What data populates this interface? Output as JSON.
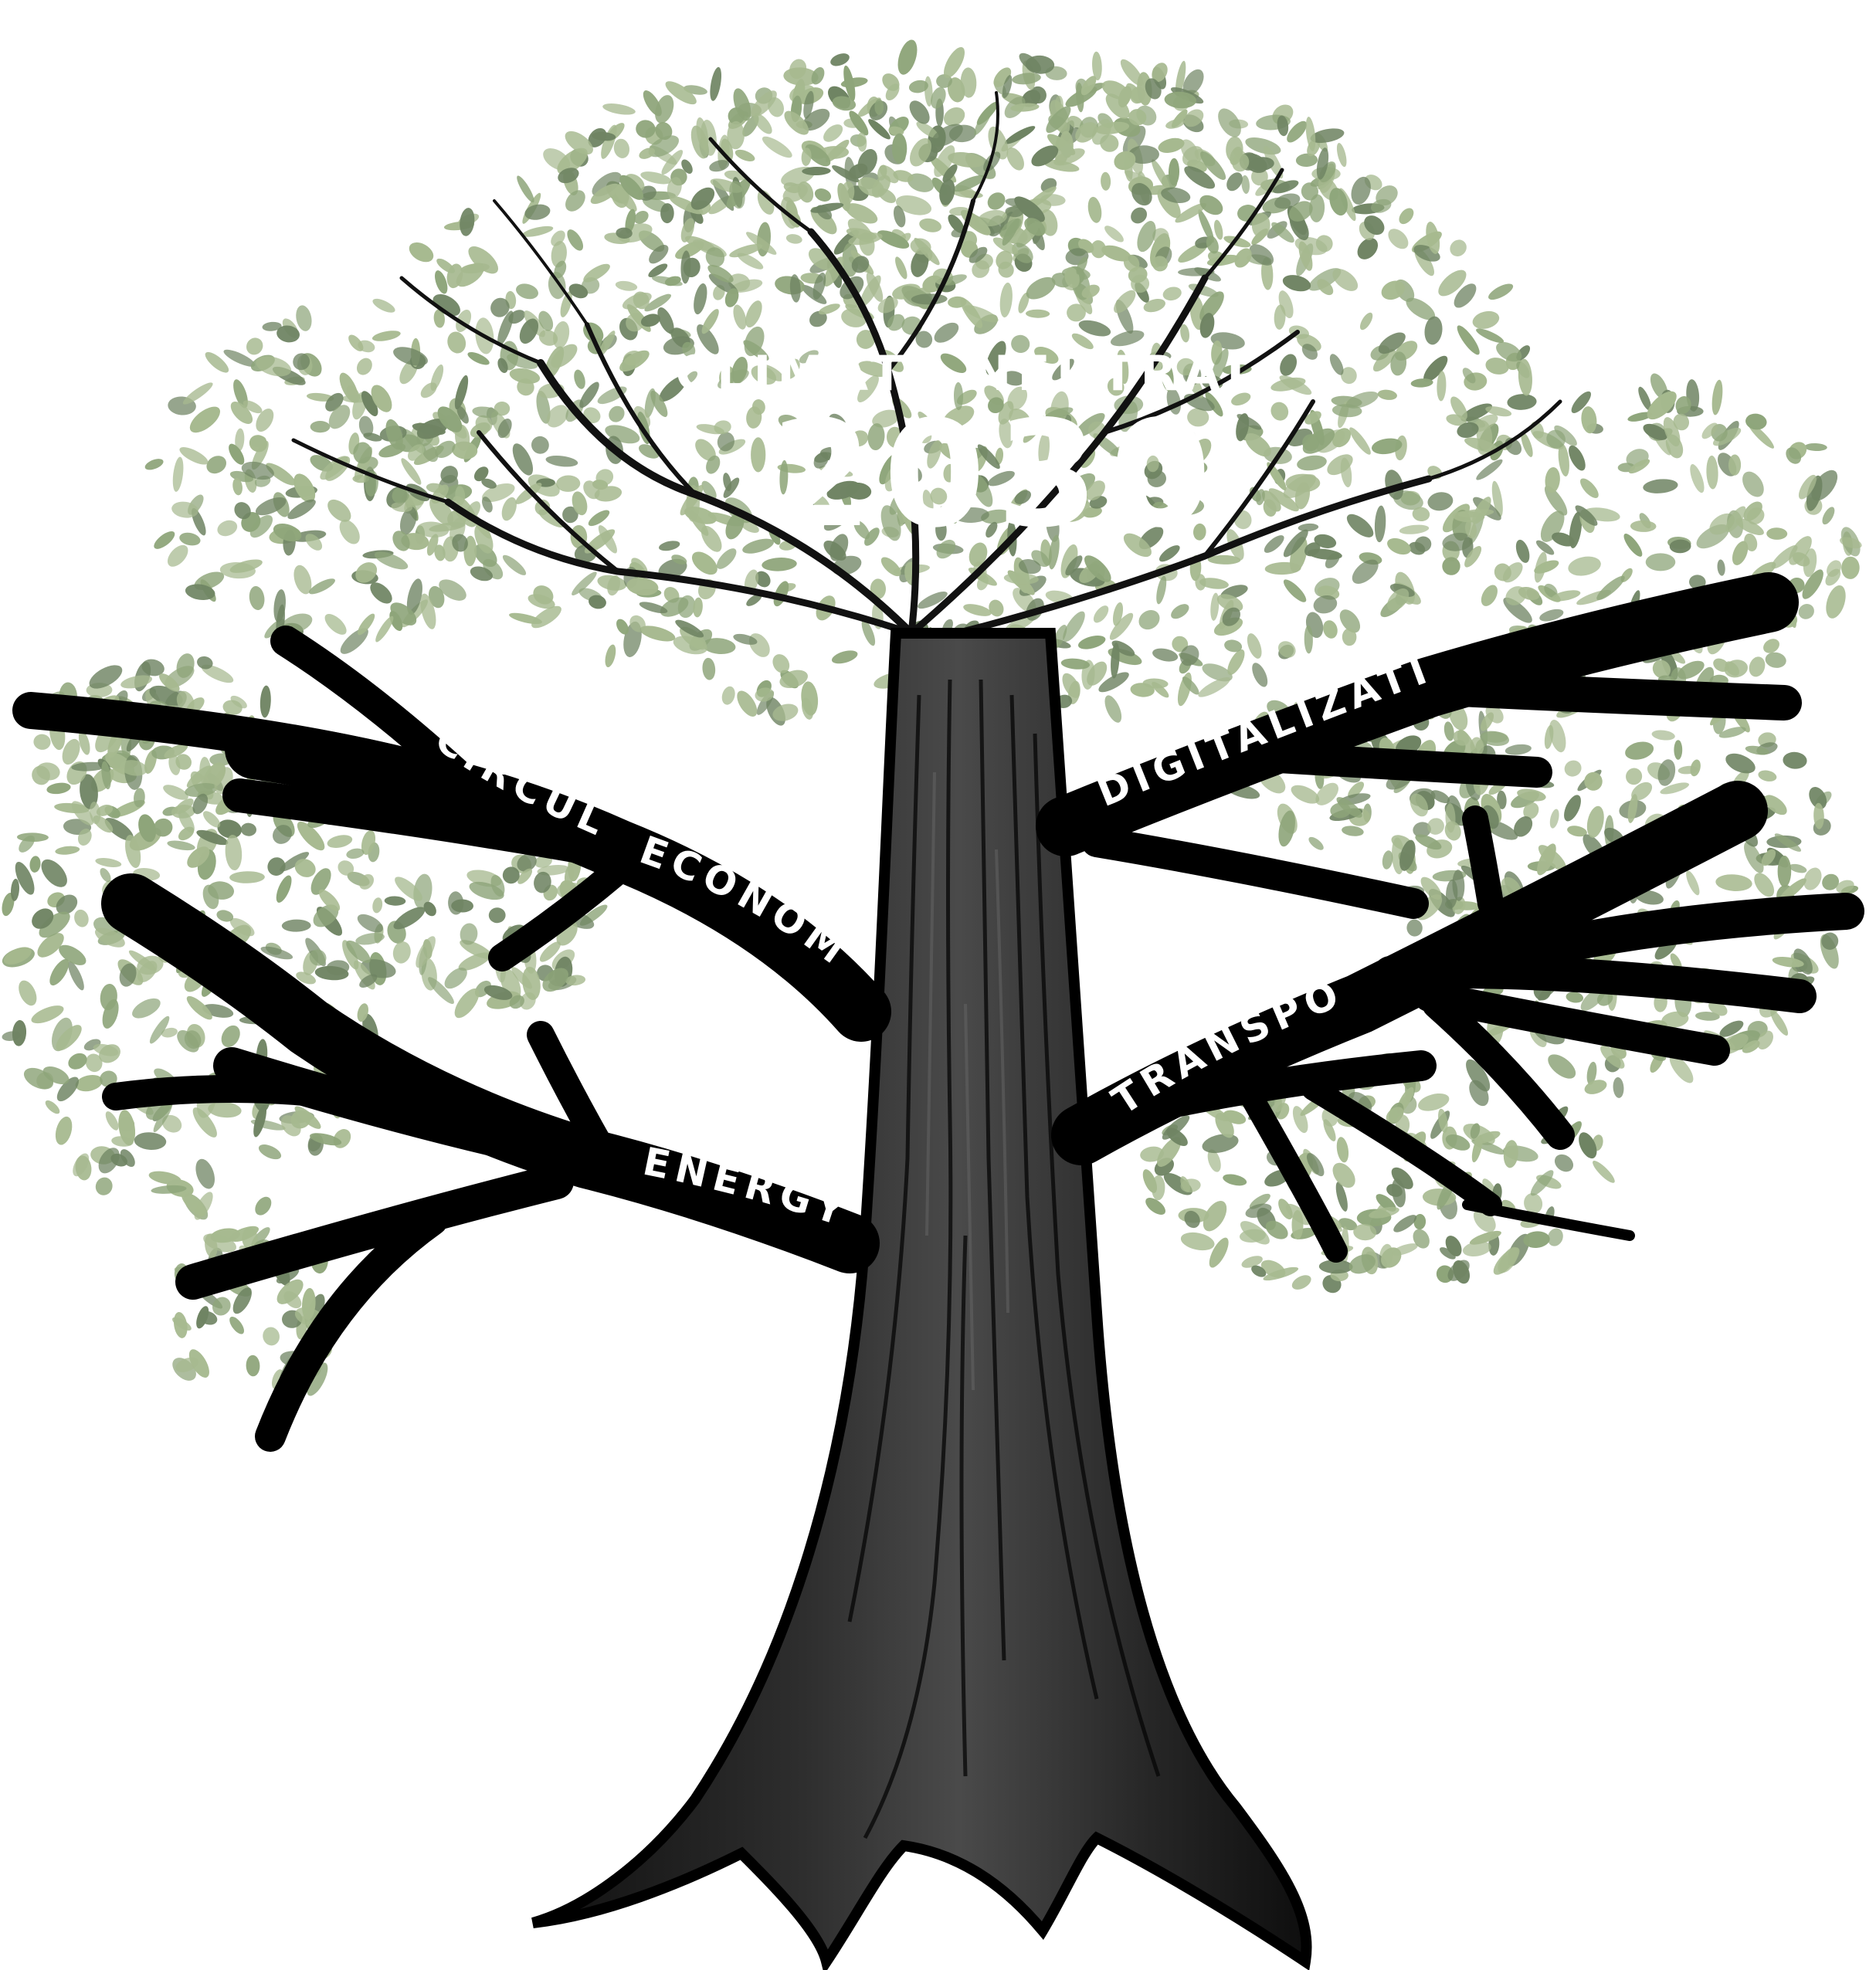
{
  "title": {
    "top": "CLIMATE NEUTRAL",
    "year": "2030"
  },
  "branches": [
    {
      "id": "circular-economy",
      "words": [
        "CIRCULAR",
        "ECONOMY"
      ]
    },
    {
      "id": "digitalization",
      "label": "DIGITALIZATION"
    },
    {
      "id": "transport",
      "label": "TRANSPORT"
    },
    {
      "id": "energy",
      "label": "ENERGY"
    }
  ],
  "colors": {
    "background": "#ffffff",
    "foliage_light": "#a6b98f",
    "foliage_mid": "#8ea57a",
    "foliage_dark": "#6f8463",
    "bark_dark": "#141414",
    "bark_mid": "#3a3a3a",
    "bark_light": "#5c5c5c",
    "text": "#ffffff"
  }
}
